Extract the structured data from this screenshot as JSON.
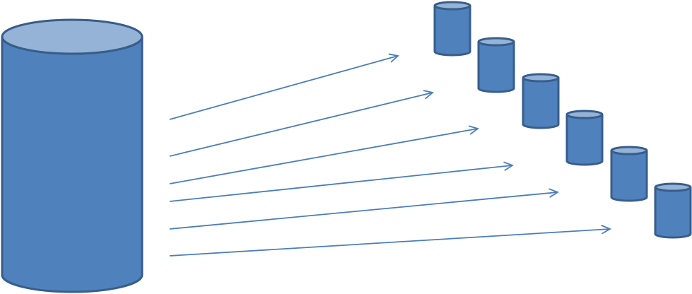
{
  "diagram": {
    "description_visible_text": "",
    "colors": {
      "cylinder_fill": "#4f81bd",
      "cylinder_top": "#95b3d7",
      "cylinder_stroke": "#385d8a",
      "arrow": "#4a7ebb",
      "background": "#ffffff"
    },
    "shapes": {
      "source": {
        "type": "cylinder",
        "role": "source-database"
      },
      "targets_count": 6,
      "arrows_count": 6
    }
  }
}
